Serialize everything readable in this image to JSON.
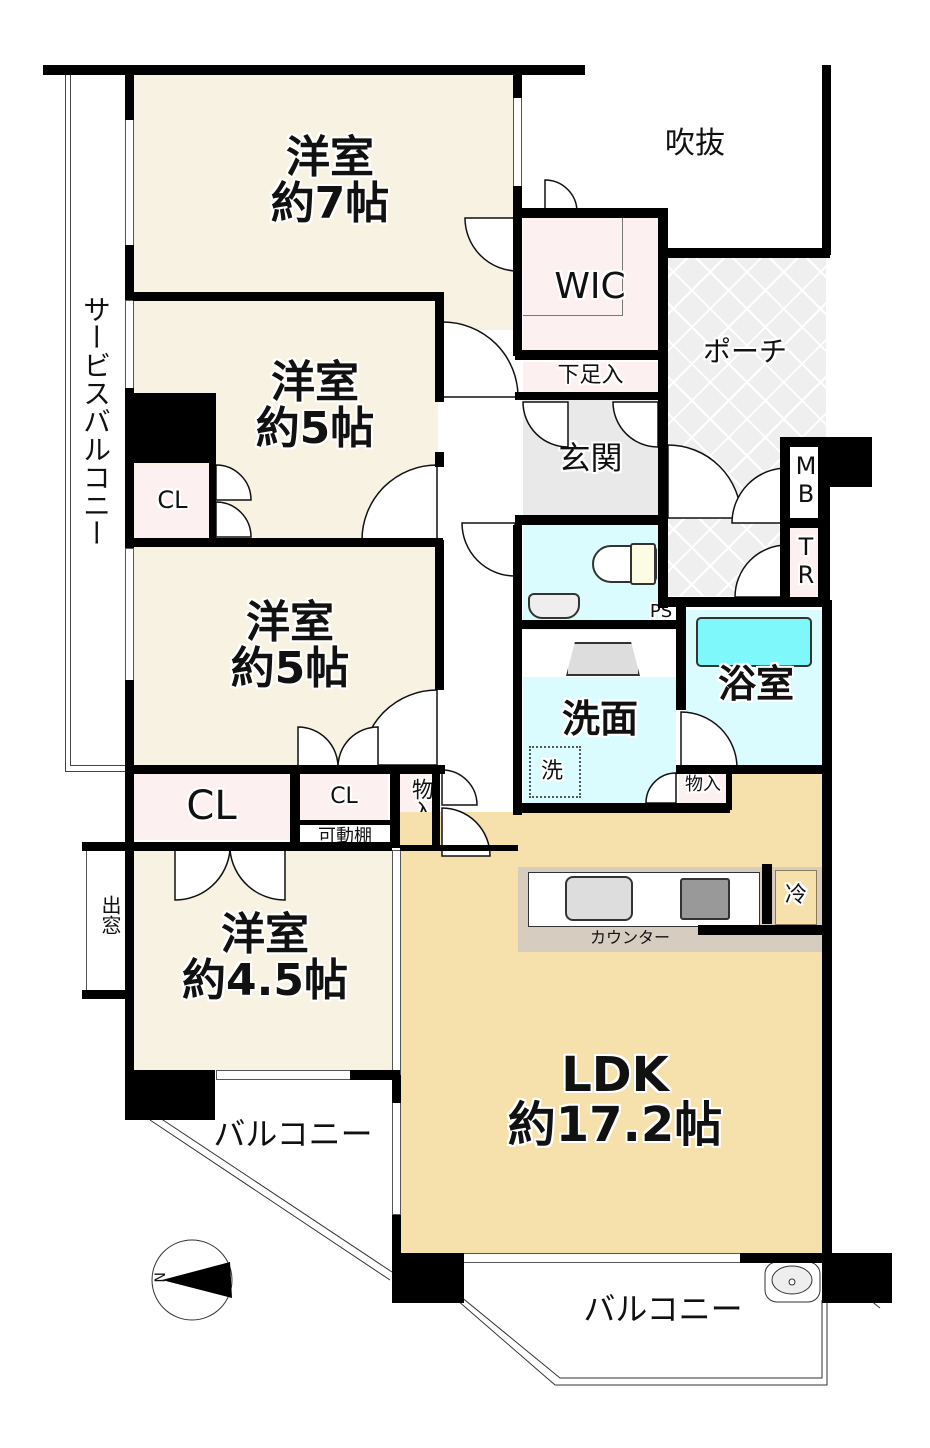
{
  "floorplan": {
    "rooms": {
      "bedroom_1": {
        "name": "洋室",
        "size": "約7帖"
      },
      "bedroom_2": {
        "name": "洋室",
        "size": "約5帖"
      },
      "bedroom_3": {
        "name": "洋室",
        "size": "約5帖"
      },
      "bedroom_4": {
        "name": "洋室",
        "size": "約4.5帖"
      },
      "ldk": {
        "name": "LDK",
        "size": "約17.2帖"
      },
      "wic": "WIC",
      "shoe_storage": "下足入",
      "entrance": "玄関",
      "porch": "ポーチ",
      "void": "吹抜",
      "washroom": "洗面",
      "washer": "洗",
      "bathroom": "浴室",
      "mb": "MB",
      "tr": "TR",
      "ps": "PS",
      "closet_bedroom2": "CL",
      "closet_large": "CL",
      "closet_small": "CL",
      "movable_shelf": "可動棚",
      "storage_hall": "物入",
      "storage_wash": "物入",
      "bay_window": "出窓",
      "counter": "カウンター",
      "fridge": "冷"
    },
    "balconies": {
      "service": "サービスバルコニー",
      "south_west": "バルコニー",
      "south": "バルコニー"
    },
    "compass": {
      "north_label": "N"
    },
    "colors": {
      "bedroom": "#f7f2e2",
      "ldk": "#f6e1ac",
      "closet": "#fdf0f0",
      "wet": "#dbfcfe",
      "bathtub": "#7ff8fb",
      "entrance": "#e9e9e9",
      "porch": "#efefef",
      "counter": "#d7ccc0",
      "wall": "#000000"
    }
  }
}
